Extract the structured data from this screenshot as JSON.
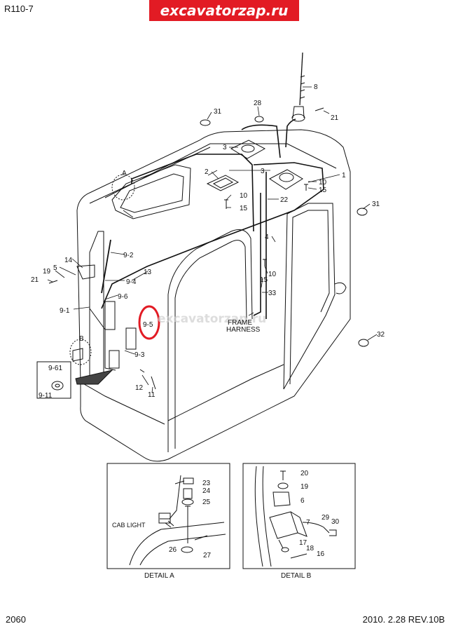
{
  "header": {
    "model": "R110-7",
    "brand": "excavatorzap.ru"
  },
  "footer": {
    "page": "2060",
    "revision": "2010. 2.28  REV.10B"
  },
  "watermark": "excavatorzap.ru",
  "callouts": {
    "a": "A",
    "b": "B",
    "n1": "1",
    "n2": "2",
    "n3a": "3",
    "n3b": "3",
    "n4": "4",
    "n5": "5",
    "n8": "8",
    "n10a": "10",
    "n10b": "10",
    "n10c": "10",
    "n11": "11",
    "n12": "12",
    "n13": "13",
    "n14": "14",
    "n15a": "15",
    "n15b": "15",
    "n15c": "15",
    "n19": "19",
    "n21a": "21",
    "n21b": "21",
    "n22": "22",
    "n28": "28",
    "n31a": "31",
    "n31b": "31",
    "n32": "32",
    "n33": "33",
    "n9_1": "9-1",
    "n9_2": "9-2",
    "n9_3": "9-3",
    "n9_4": "9-4",
    "n9_5": "9-5",
    "n9_6": "9-6",
    "n9_61": "9-61",
    "n9_11": "9-11",
    "frame1": "FRAME",
    "frame2": "HARNESS"
  },
  "detail_a": {
    "title": "DETAIL A",
    "cab_light": "CAB LIGHT",
    "n23": "23",
    "n24": "24",
    "n25": "25",
    "n26": "26",
    "n27": "27"
  },
  "detail_b": {
    "title": "DETAIL B",
    "n20": "20",
    "n19": "19",
    "n6": "6",
    "n7": "7",
    "n29": "29",
    "n30": "30",
    "n17": "17",
    "n18": "18",
    "n16": "16"
  },
  "colors": {
    "brand": "#e21b24",
    "highlight": "#e21b24",
    "line": "#111111"
  }
}
